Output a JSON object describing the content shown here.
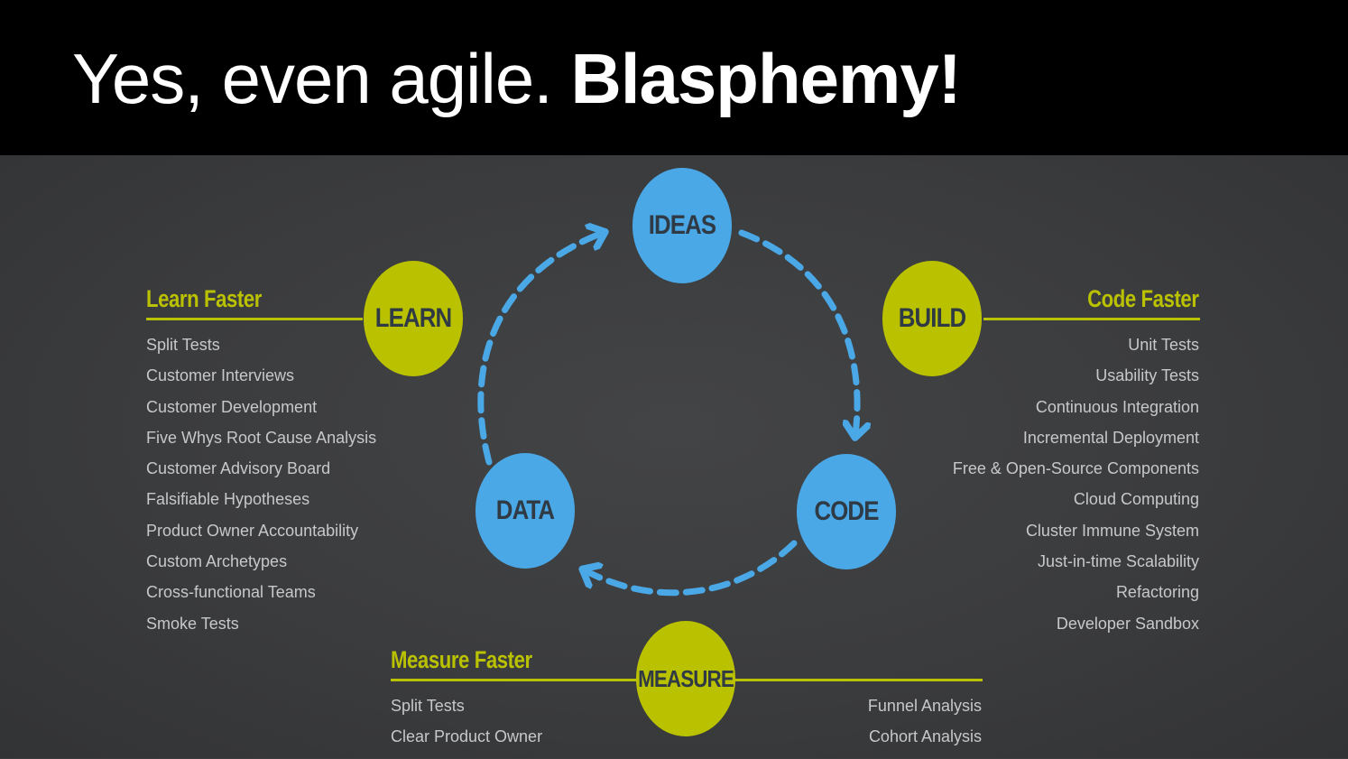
{
  "title": {
    "light": "Yes, even agile.",
    "bold": "Blasphemy!"
  },
  "cycle": {
    "ideas": "IDEAS",
    "code": "CODE",
    "data": "DATA"
  },
  "stages": {
    "learn": "LEARN",
    "build": "BUILD",
    "measure": "MEASURE"
  },
  "learn_faster": {
    "title": "Learn Faster",
    "items": [
      "Split Tests",
      "Customer Interviews",
      "Customer Development",
      "Five Whys Root Cause Analysis",
      "Customer Advisory Board",
      "Falsifiable Hypotheses",
      "Product Owner Accountability",
      "Custom Archetypes",
      "Cross-functional Teams",
      "Smoke Tests"
    ]
  },
  "code_faster": {
    "title": "Code Faster",
    "items": [
      "Unit Tests",
      "Usability Tests",
      "Continuous Integration",
      "Incremental Deployment",
      "Free & Open-Source Components",
      "Cloud Computing",
      "Cluster Immune System",
      "Just-in-time Scalability",
      "Refactoring",
      "Developer Sandbox"
    ]
  },
  "measure_faster": {
    "title": "Measure Faster",
    "left_items": [
      "Split Tests",
      "Clear Product Owner"
    ],
    "right_items": [
      "Funnel Analysis",
      "Cohort Analysis"
    ]
  },
  "colors": {
    "blue": "#4aa8e6",
    "green": "#bac200",
    "header": "#000000",
    "panel": "#3b3c3e"
  }
}
